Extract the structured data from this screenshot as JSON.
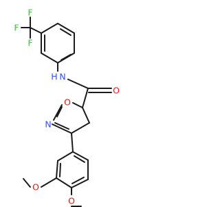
{
  "atoms": {
    "F1": "F",
    "F2": "F",
    "F3": "F",
    "N_amide": "N",
    "H_amide": "H",
    "O_amide": "O",
    "O_ring": "O",
    "N_ring": "N",
    "O_meo3": "O",
    "O_meo4": "O"
  },
  "colors": {
    "bond": "#1a1a1a",
    "carbon_text": "#000000",
    "fluorine": "#33cc33",
    "nitrogen": "#3050f8",
    "oxygen": "#ff0d0d"
  }
}
